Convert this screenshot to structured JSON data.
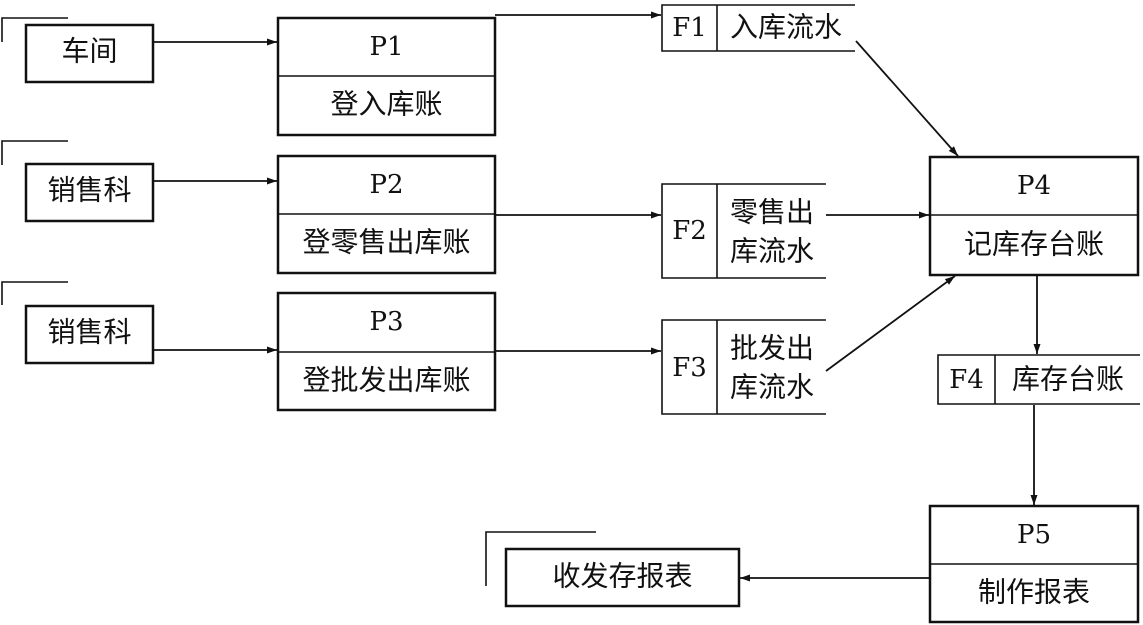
{
  "externals": {
    "workshop": "车间",
    "sales_1": "销售科",
    "sales_2": "销售科",
    "report_out": "收发存报表"
  },
  "processes": {
    "p1": {
      "id": "P1",
      "label": "登入库账"
    },
    "p2": {
      "id": "P2",
      "label": "登零售出库账"
    },
    "p3": {
      "id": "P3",
      "label": "登批发出库账"
    },
    "p4": {
      "id": "P4",
      "label": "记库存台账"
    },
    "p5": {
      "id": "P5",
      "label": "制作报表"
    }
  },
  "stores": {
    "f1": {
      "id": "F1",
      "label": "入库流水"
    },
    "f2": {
      "id": "F2",
      "label_line1": "零售出",
      "label_line2": "库流水"
    },
    "f3": {
      "id": "F3",
      "label_line1": "批发出",
      "label_line2": "库流水"
    },
    "f4": {
      "id": "F4",
      "label": "库存台账"
    }
  }
}
